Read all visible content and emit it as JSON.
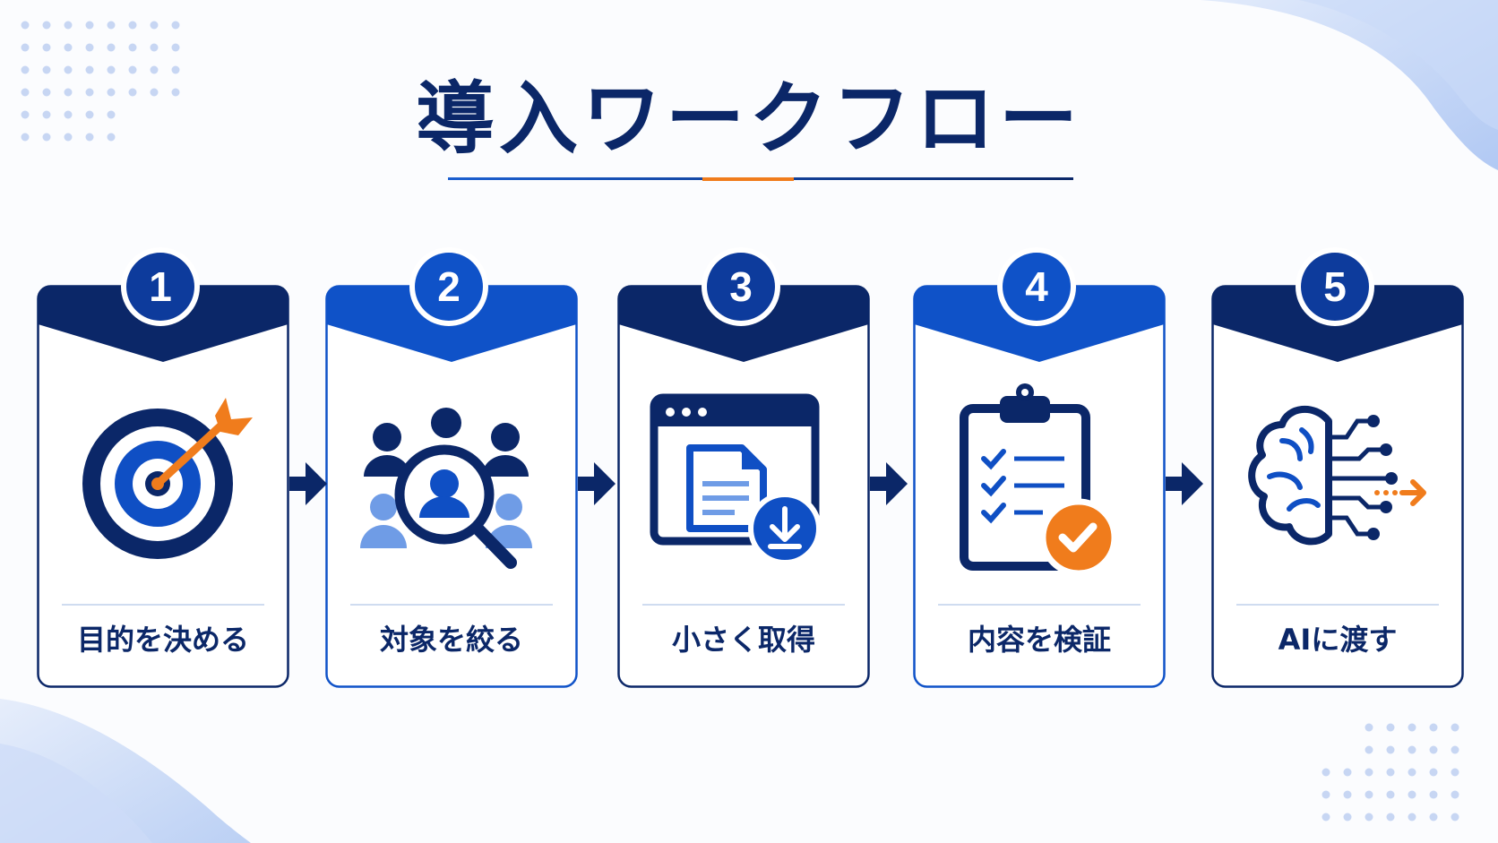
{
  "title": "導入ワークフロー",
  "colors": {
    "navy": "#0b2768",
    "blue": "#0f4fc4",
    "orange": "#f07c1c",
    "light_blue": "#6f9ce6"
  },
  "steps": [
    {
      "number": "1",
      "label": "目的を決める",
      "icon": "target-icon",
      "header_color": "#0b2768"
    },
    {
      "number": "2",
      "label": "対象を絞る",
      "icon": "people-search-icon",
      "header_color": "#0f52c8"
    },
    {
      "number": "3",
      "label": "小さく取得",
      "icon": "document-download-icon",
      "header_color": "#0b2768"
    },
    {
      "number": "4",
      "label": "内容を検証",
      "icon": "clipboard-check-icon",
      "header_color": "#0f52c8"
    },
    {
      "number": "5",
      "label": "AIに渡す",
      "icon": "ai-brain-icon",
      "header_color": "#0b2768"
    }
  ]
}
